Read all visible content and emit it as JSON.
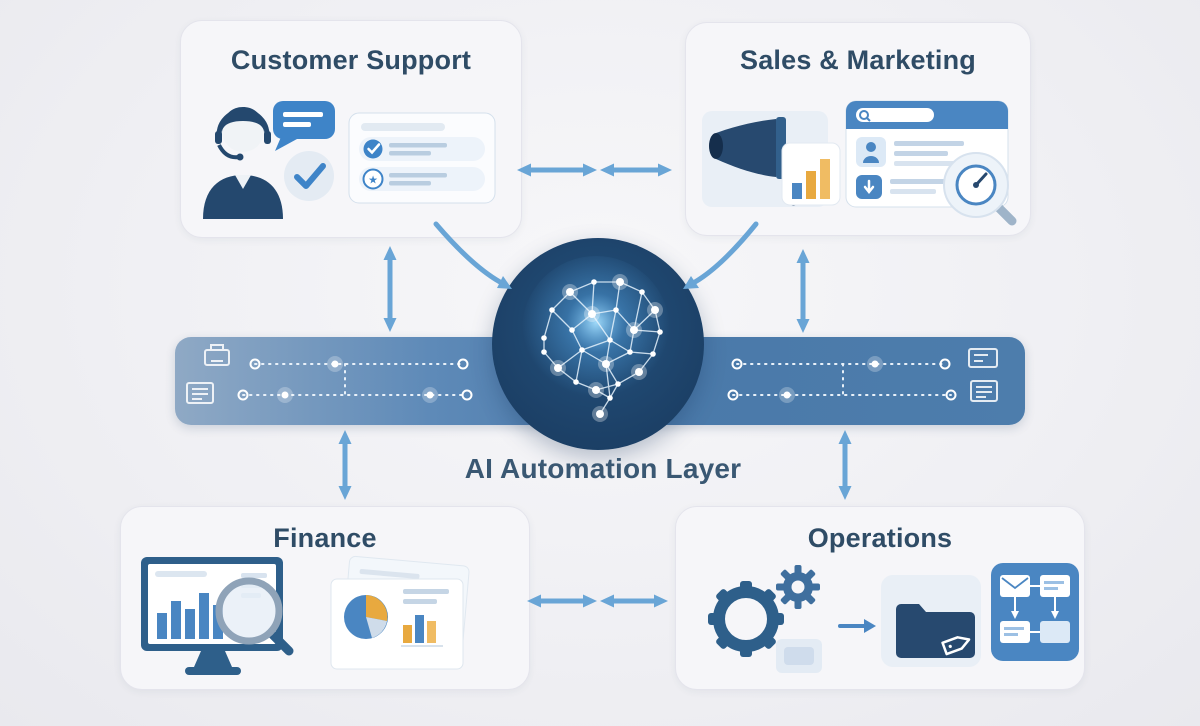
{
  "diagram": {
    "title": "AI Automation Layer",
    "background_color": "#efeff3",
    "accent_colors": {
      "arrow_blue": "#69a5d6",
      "band_blue": "#4d7eae",
      "core_navy": "#1d4671",
      "card_bg": "#f6f6f9",
      "heading_color": "#2f4c66",
      "highlight_orange": "#e8a93f",
      "ui_blue": "#4a86c2"
    },
    "center_node": {
      "name": "ai-core",
      "icon": "neural-network-brain-icon"
    },
    "quadrants": [
      {
        "id": "customer-support",
        "label": "Customer Support",
        "icons": [
          "support-agent-icon",
          "chat-bubble-icon",
          "check-circle-icon",
          "task-list-window-icon"
        ]
      },
      {
        "id": "sales-marketing",
        "label": "Sales & Marketing",
        "icons": [
          "megaphone-icon",
          "bar-chart-icon",
          "browser-window-icon",
          "magnifier-gauge-icon"
        ]
      },
      {
        "id": "finance",
        "label": "Finance",
        "icons": [
          "monitor-bar-chart-icon",
          "magnifier-icon",
          "pie-chart-document-icon"
        ]
      },
      {
        "id": "operations",
        "label": "Operations",
        "icons": [
          "gears-icon",
          "folder-tag-icon",
          "flowchart-panel-icon"
        ]
      }
    ],
    "band_icons": [
      "printer-icon",
      "receipt-list-icon",
      "card-window-icon",
      "receipt-list-icon"
    ],
    "connections": [
      {
        "from": "customer-support",
        "to": "sales-marketing",
        "style": "bidirectional-horizontal"
      },
      {
        "from": "finance",
        "to": "operations",
        "style": "bidirectional-horizontal"
      },
      {
        "from": "customer-support",
        "to": "ai-core",
        "style": "curved-arrow"
      },
      {
        "from": "sales-marketing",
        "to": "ai-core",
        "style": "curved-arrow"
      },
      {
        "from": "customer-support",
        "to": "automation-band",
        "style": "bidirectional-vertical"
      },
      {
        "from": "sales-marketing",
        "to": "automation-band",
        "style": "bidirectional-vertical"
      },
      {
        "from": "finance",
        "to": "automation-band",
        "style": "bidirectional-vertical"
      },
      {
        "from": "operations",
        "to": "automation-band",
        "style": "bidirectional-vertical"
      }
    ]
  }
}
